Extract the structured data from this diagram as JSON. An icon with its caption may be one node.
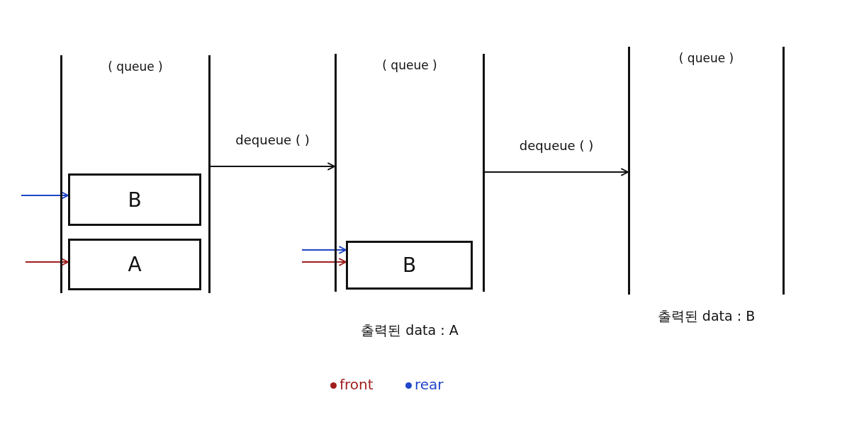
{
  "diagram": {
    "nodes": [
      {
        "text": [
          "( queue )"
        ]
      },
      {
        "text": [
          "( queue )"
        ],
        "beside": [
          "출력된 data : A"
        ]
      },
      {
        "text": [
          "( queue )"
        ],
        "beside": [
          "출력된 data : B"
        ]
      },
      {
        "text": [
          "B"
        ],
        "in": 0
      },
      {
        "text": [
          "A"
        ],
        "in": 0
      },
      {
        "text": [
          "B"
        ],
        "in": 1
      }
    ],
    "edges": [
      {
        "from": 0,
        "to": 1,
        "arrow": "to",
        "label": "dequeue ( )"
      },
      {
        "from": 1,
        "to": 2,
        "arrow": "to",
        "label": "dequeue ( )"
      },
      {
        "from": null,
        "to": 3,
        "arrow": "to",
        "color": "#1f45c8"
      },
      {
        "from": null,
        "to": 4,
        "arrow": "to",
        "color": "#a01e1e"
      },
      {
        "from": null,
        "to": 5,
        "arrow": "to",
        "color": "#1f45c8"
      },
      {
        "from": null,
        "to": 5,
        "arrow": "to",
        "color": "#a01e1e"
      }
    ],
    "legend": [
      {
        "text": "front",
        "color": "#a01e1e"
      },
      {
        "text": "rear",
        "color": "#1f45c8"
      }
    ]
  }
}
